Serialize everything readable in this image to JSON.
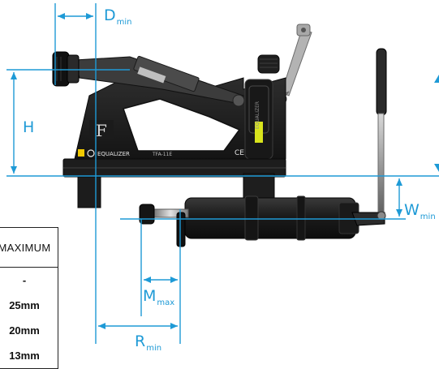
{
  "labels": {
    "d_main": "D",
    "d_sub": "min",
    "h": "H",
    "w_main": "W",
    "w_sub": "min",
    "m_main": "M",
    "m_sub": "max",
    "r_main": "R",
    "r_sub": "min"
  },
  "device_text": {
    "brand": "EQUALIZER",
    "model": "TFA-11E",
    "ce_mark": "CE",
    "side_plate": "EQUALIZER"
  },
  "table": {
    "header": "MAXIMUM",
    "rows": [
      "-",
      "25mm",
      "20mm",
      "13mm"
    ]
  },
  "colors": {
    "dimension_line": "#1e9ad6",
    "body_dark": "#222222"
  }
}
